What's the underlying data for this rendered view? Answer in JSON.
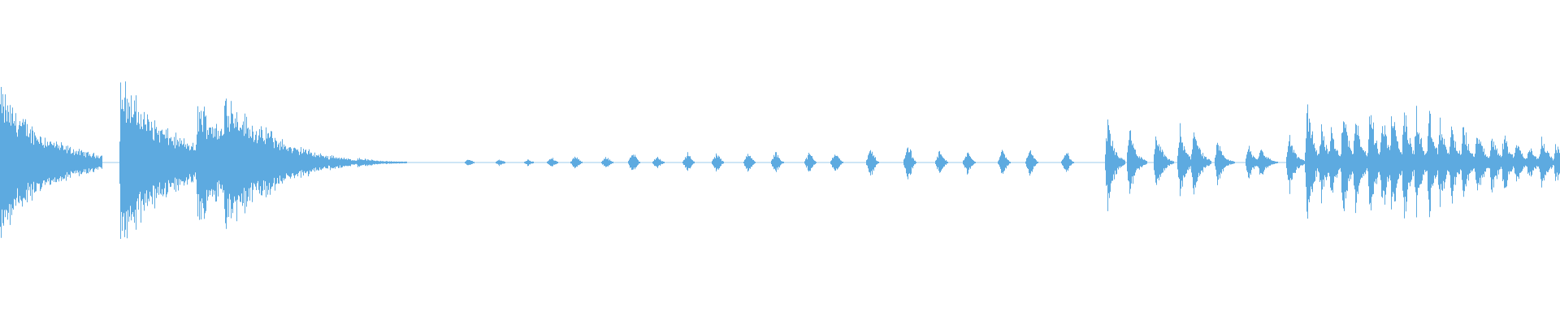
{
  "waveform": {
    "color": "#5DAAE0",
    "background": "#FFFFFF",
    "events": [
      {
        "t": 0.0,
        "a": 0.45,
        "kind": "decay"
      },
      {
        "t": 0.077,
        "a": 0.52,
        "kind": "decay"
      },
      {
        "t": 0.1265,
        "a": 0.38,
        "kind": "decay"
      },
      {
        "t": 0.144,
        "a": 0.45,
        "kind": "decay"
      },
      {
        "t": 0.1705,
        "a": 0.22,
        "kind": "decay"
      },
      {
        "t": 0.1925,
        "a": 0.1,
        "kind": "decay"
      },
      {
        "t": 0.2115,
        "a": 0.05,
        "kind": "decay"
      },
      {
        "t": 0.229,
        "a": 0.03,
        "kind": "decay"
      },
      {
        "t": 0.3,
        "a": 0.02,
        "kind": "bump"
      },
      {
        "t": 0.32,
        "a": 0.02,
        "kind": "bump"
      },
      {
        "t": 0.338,
        "a": 0.02,
        "kind": "bump"
      },
      {
        "t": 0.353,
        "a": 0.03,
        "kind": "bump"
      },
      {
        "t": 0.368,
        "a": 0.04,
        "kind": "bump"
      },
      {
        "t": 0.388,
        "a": 0.04,
        "kind": "bump"
      },
      {
        "t": 0.405,
        "a": 0.06,
        "kind": "bump"
      },
      {
        "t": 0.421,
        "a": 0.04,
        "kind": "bump"
      },
      {
        "t": 0.44,
        "a": 0.06,
        "kind": "bump"
      },
      {
        "t": 0.459,
        "a": 0.06,
        "kind": "bump"
      },
      {
        "t": 0.479,
        "a": 0.06,
        "kind": "bump"
      },
      {
        "t": 0.497,
        "a": 0.07,
        "kind": "bump"
      },
      {
        "t": 0.518,
        "a": 0.06,
        "kind": "bump"
      },
      {
        "t": 0.535,
        "a": 0.07,
        "kind": "bump"
      },
      {
        "t": 0.558,
        "a": 0.09,
        "kind": "bump"
      },
      {
        "t": 0.582,
        "a": 0.11,
        "kind": "bump"
      },
      {
        "t": 0.602,
        "a": 0.08,
        "kind": "bump"
      },
      {
        "t": 0.62,
        "a": 0.07,
        "kind": "bump"
      },
      {
        "t": 0.642,
        "a": 0.08,
        "kind": "bump"
      },
      {
        "t": 0.66,
        "a": 0.08,
        "kind": "bump"
      },
      {
        "t": 0.683,
        "a": 0.07,
        "kind": "bump"
      },
      {
        "t": 0.71,
        "a": 0.3,
        "kind": "burst"
      },
      {
        "t": 0.724,
        "a": 0.24,
        "kind": "burst"
      },
      {
        "t": 0.741,
        "a": 0.2,
        "kind": "burst"
      },
      {
        "t": 0.756,
        "a": 0.22,
        "kind": "burst"
      },
      {
        "t": 0.765,
        "a": 0.27,
        "kind": "burst"
      },
      {
        "t": 0.78,
        "a": 0.14,
        "kind": "burst"
      },
      {
        "t": 0.8,
        "a": 0.12,
        "kind": "burst"
      },
      {
        "t": 0.808,
        "a": 0.12,
        "kind": "burst"
      },
      {
        "t": 0.826,
        "a": 0.2,
        "kind": "burst"
      },
      {
        "t": 0.838,
        "a": 0.42,
        "kind": "burst"
      },
      {
        "t": 0.847,
        "a": 0.28,
        "kind": "burst"
      },
      {
        "t": 0.853,
        "a": 0.24,
        "kind": "burst"
      },
      {
        "t": 0.861,
        "a": 0.4,
        "kind": "burst"
      },
      {
        "t": 0.869,
        "a": 0.38,
        "kind": "burst"
      },
      {
        "t": 0.878,
        "a": 0.4,
        "kind": "burst"
      },
      {
        "t": 0.886,
        "a": 0.36,
        "kind": "burst"
      },
      {
        "t": 0.892,
        "a": 0.38,
        "kind": "burst"
      },
      {
        "t": 0.9,
        "a": 0.4,
        "kind": "burst"
      },
      {
        "t": 0.908,
        "a": 0.34,
        "kind": "burst"
      },
      {
        "t": 0.916,
        "a": 0.32,
        "kind": "burst"
      },
      {
        "t": 0.923,
        "a": 0.3,
        "kind": "burst"
      },
      {
        "t": 0.93,
        "a": 0.28,
        "kind": "burst"
      },
      {
        "t": 0.938,
        "a": 0.27,
        "kind": "burst"
      },
      {
        "t": 0.947,
        "a": 0.25,
        "kind": "burst"
      },
      {
        "t": 0.956,
        "a": 0.22,
        "kind": "burst"
      },
      {
        "t": 0.964,
        "a": 0.22,
        "kind": "burst"
      },
      {
        "t": 0.972,
        "a": 0.16,
        "kind": "burst"
      },
      {
        "t": 0.98,
        "a": 0.13,
        "kind": "burst"
      },
      {
        "t": 0.988,
        "a": 0.2,
        "kind": "burst"
      },
      {
        "t": 0.9975,
        "a": 0.14,
        "kind": "burst"
      }
    ]
  }
}
